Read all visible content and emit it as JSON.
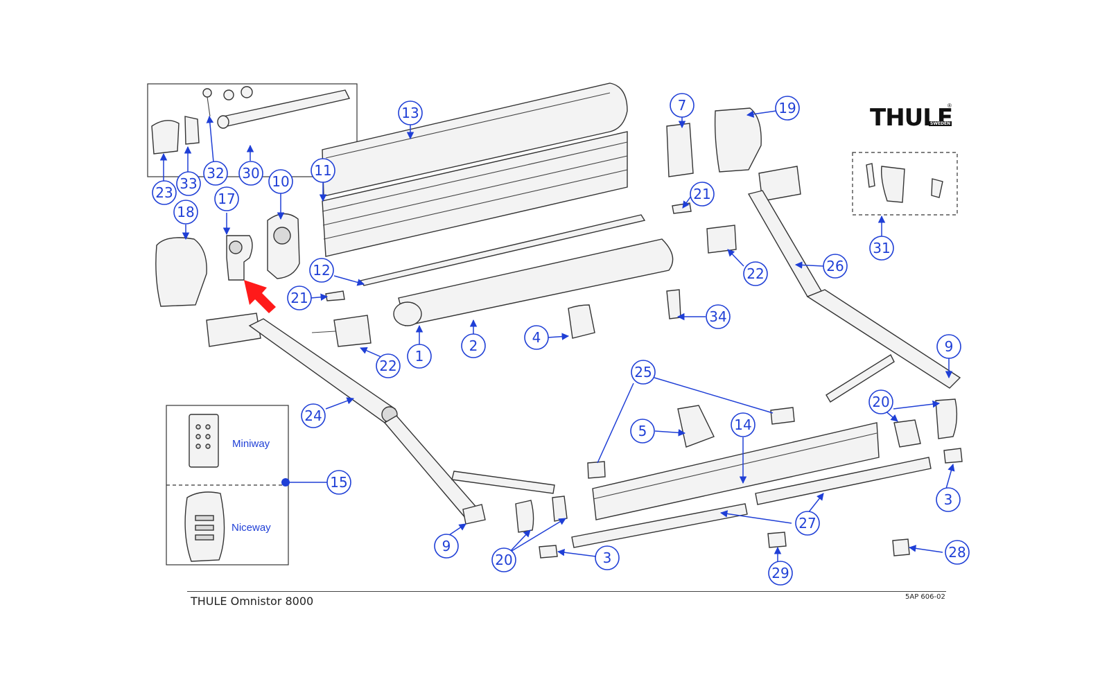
{
  "brand": {
    "logo_text": "THULE",
    "logo_sub": "SWEDEN",
    "logo_mark": "®"
  },
  "footer": {
    "title": "THULE Omnistor 8000",
    "code": "5AP 606-02"
  },
  "remotes": {
    "top_label": "Miniway",
    "bottom_label": "Niceway"
  },
  "callouts": [
    {
      "id": "c13",
      "label": "13"
    },
    {
      "id": "c7",
      "label": "7"
    },
    {
      "id": "c19",
      "label": "19"
    },
    {
      "id": "c11",
      "label": "11"
    },
    {
      "id": "c21a",
      "label": "21"
    },
    {
      "id": "c10",
      "label": "10"
    },
    {
      "id": "c17",
      "label": "17"
    },
    {
      "id": "c18",
      "label": "18"
    },
    {
      "id": "c23",
      "label": "23"
    },
    {
      "id": "c33",
      "label": "33"
    },
    {
      "id": "c32",
      "label": "32"
    },
    {
      "id": "c30",
      "label": "30"
    },
    {
      "id": "c12",
      "label": "12"
    },
    {
      "id": "c21b",
      "label": "21"
    },
    {
      "id": "c22a",
      "label": "22"
    },
    {
      "id": "c26",
      "label": "26"
    },
    {
      "id": "c31",
      "label": "31"
    },
    {
      "id": "c34",
      "label": "34"
    },
    {
      "id": "c22b",
      "label": "22"
    },
    {
      "id": "c1",
      "label": "1"
    },
    {
      "id": "c2",
      "label": "2"
    },
    {
      "id": "c4",
      "label": "4"
    },
    {
      "id": "c9a",
      "label": "9"
    },
    {
      "id": "c25",
      "label": "25"
    },
    {
      "id": "c20a",
      "label": "20"
    },
    {
      "id": "c24",
      "label": "24"
    },
    {
      "id": "c5",
      "label": "5"
    },
    {
      "id": "c14",
      "label": "14"
    },
    {
      "id": "c15",
      "label": "15"
    },
    {
      "id": "c3a",
      "label": "3"
    },
    {
      "id": "c27",
      "label": "27"
    },
    {
      "id": "c9b",
      "label": "9"
    },
    {
      "id": "c20b",
      "label": "20"
    },
    {
      "id": "c3b",
      "label": "3"
    },
    {
      "id": "c28",
      "label": "28"
    },
    {
      "id": "c29",
      "label": "29"
    }
  ],
  "colors": {
    "callout": "#1f3fd6",
    "highlight_arrow": "#ff1a1a",
    "line_art": "#333333"
  }
}
